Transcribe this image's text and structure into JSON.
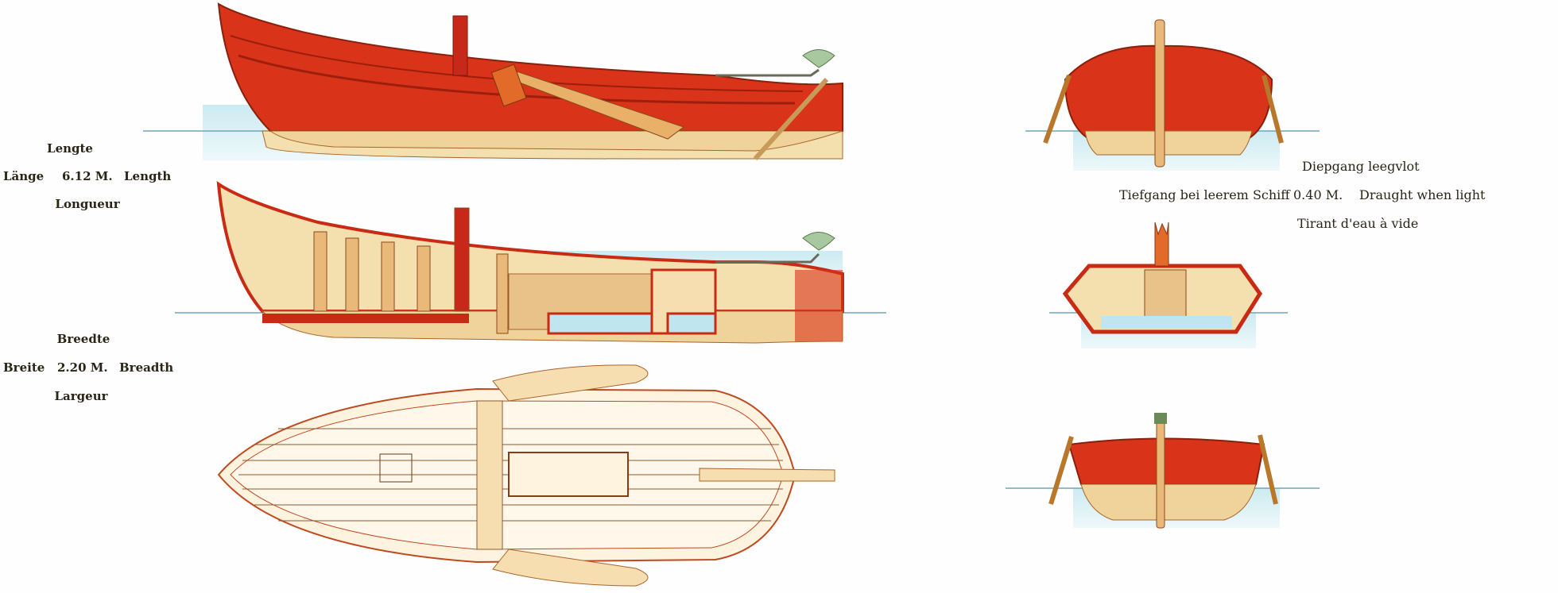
{
  "length": {
    "nl": "Lengte",
    "de": "Länge",
    "value": "6.12 M.",
    "en": "Length",
    "fr": "Longueur"
  },
  "breadth": {
    "nl": "Breedte",
    "de": "Breite",
    "value": "2.20 M.",
    "en": "Breadth",
    "fr": "Largeur"
  },
  "draught": {
    "nl": "Diepgang leegvlot",
    "de": "Tiefgang bei leerem Schiff",
    "value": "0.40 M.",
    "en": "Draught when light",
    "fr": "Tirant d'eau à vide"
  },
  "colors": {
    "hull_red": "#d9331a",
    "hull_dark": "#a8240f",
    "wood_light": "#f6deb0",
    "wood_mid": "#e9b97a",
    "water": "#bfe6ee",
    "line": "#8a3a14"
  }
}
